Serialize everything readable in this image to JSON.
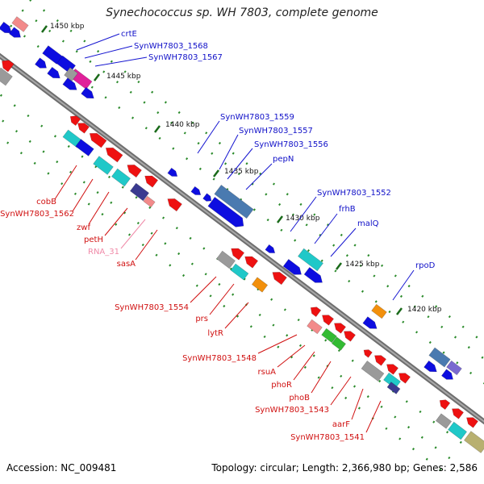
{
  "header": {
    "title": "Synechococcus sp. WH 7803, complete genome"
  },
  "footer": {
    "accession": "Accession: NC_009481",
    "stats": "Topology: circular; Length: 2,366,980 bp; Genes: 2,586"
  },
  "colors": {
    "backbone": "#7f7f7f",
    "forward_label": "#1010c8",
    "reverse_label": "#d01010",
    "rna_label": "#f08aa8",
    "tick": "#2a7a2a"
  },
  "ticks": [
    {
      "label": "1450 kbp"
    },
    {
      "label": "1445 kbp"
    },
    {
      "label": "1440 kbp"
    },
    {
      "label": "1435 kbp"
    },
    {
      "label": "1430 kbp"
    },
    {
      "label": "1425 kbp"
    },
    {
      "label": "1420 kbp"
    }
  ],
  "forward_labels": [
    {
      "text": "crtE"
    },
    {
      "text": "SynWH7803_1568"
    },
    {
      "text": "SynWH7803_1567"
    },
    {
      "text": "SynWH7803_1559"
    },
    {
      "text": "SynWH7803_1557"
    },
    {
      "text": "SynWH7803_1556"
    },
    {
      "text": "pepN"
    },
    {
      "text": "SynWH7803_1552"
    },
    {
      "text": "frhB"
    },
    {
      "text": "malQ"
    },
    {
      "text": "rpoD"
    }
  ],
  "reverse_labels": [
    {
      "text": "cobB"
    },
    {
      "text": "SynWH7803_1562"
    },
    {
      "text": "zwf"
    },
    {
      "text": "petH"
    },
    {
      "text": "RNA_31"
    },
    {
      "text": "sasA"
    },
    {
      "text": "SynWH7803_1554"
    },
    {
      "text": "prs"
    },
    {
      "text": "lytR"
    },
    {
      "text": "SynWH7803_1548"
    },
    {
      "text": "rsuA"
    },
    {
      "text": "phoR"
    },
    {
      "text": "phoB"
    },
    {
      "text": "SynWH7803_1543"
    },
    {
      "text": "aarF"
    },
    {
      "text": "SynWH7803_1541"
    }
  ]
}
